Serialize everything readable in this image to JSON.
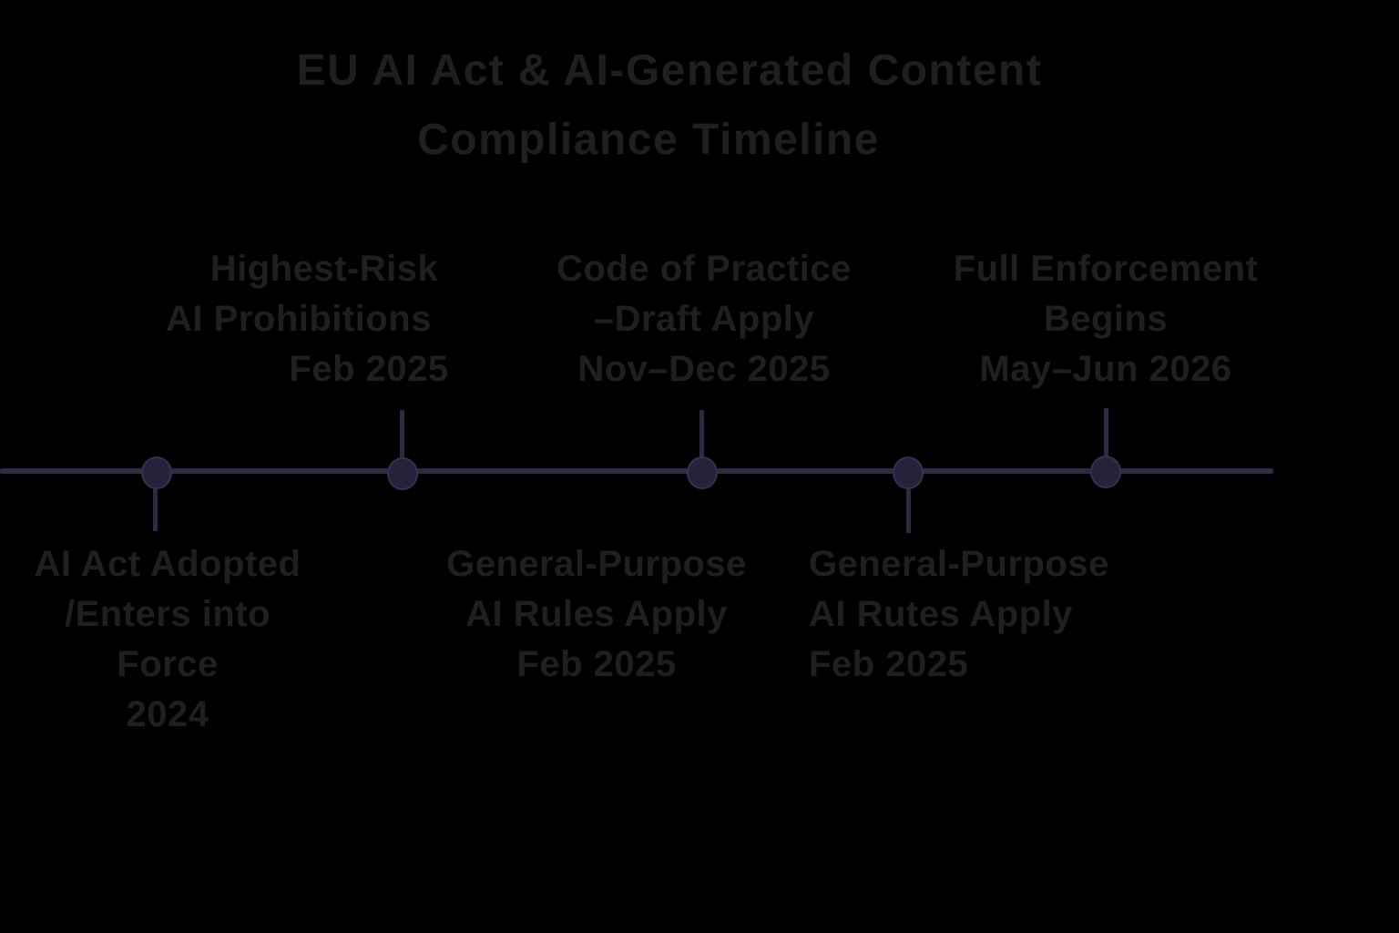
{
  "title": {
    "line1": "EU AI Act & AI-Generated Content",
    "line2": "Compliance Timeline"
  },
  "events": [
    {
      "name": "ai-act-adopted",
      "placement": "below",
      "lines": [
        "AI Act Adopted",
        "/Enters into",
        "Force",
        "2024"
      ]
    },
    {
      "name": "highest-risk-ai-prohibitions",
      "placement": "above",
      "lines": [
        "Highest-Risk",
        "AI Prohibitions",
        "Feb 2025"
      ]
    },
    {
      "name": "general-purpose-ai-rules-apply",
      "placement": "below",
      "lines": [
        "General-Purpose",
        "AI Rules Apply",
        "Feb 2025"
      ]
    },
    {
      "name": "code-of-practice-draft-apply",
      "placement": "above",
      "lines": [
        "Code of Practice",
        "–Draft Apply",
        "Nov–Dec 2025"
      ]
    },
    {
      "name": "general-purpose-ai-rutes-apply",
      "placement": "below",
      "lines": [
        "General-Purpose",
        "AI Rutes Apply",
        "Feb 2025"
      ]
    },
    {
      "name": "full-enforcement-begins",
      "placement": "above",
      "lines": [
        "Full Enforcement",
        "Begins",
        "May–Jun 2026"
      ]
    }
  ],
  "colors": {
    "background": "#000000",
    "text": "#1f1f1f",
    "axis": "#2e2a42",
    "node_fill": "#262239",
    "node_edge": "#363053"
  }
}
